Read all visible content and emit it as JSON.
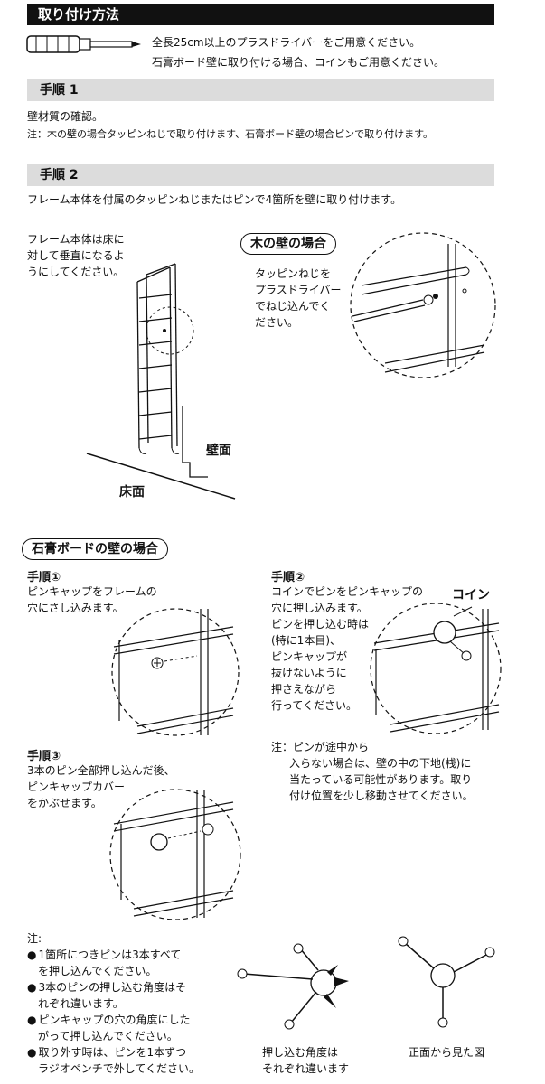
{
  "header": {
    "title": "取り付け方法",
    "tools_line1": "全長25cm以上のプラスドライバーをご用意ください。",
    "tools_line2": "石膏ボード壁に取り付ける場合、コインもご用意ください。"
  },
  "step1": {
    "heading": "手順 1",
    "text": "壁材質の確認。",
    "note": "注：木の壁の場合タッピンねじで取り付けます、石膏ボード壁の場合ピンで取り付けます。"
  },
  "step2": {
    "heading": "手順 2",
    "text": "フレーム本体を付属のタッピンねじまたはピンで4箇所を壁に取り付けます。",
    "frame_note": [
      "フレーム本体は床に",
      "対して垂直になるよ",
      "うにしてください。"
    ],
    "wall_label": "壁面",
    "floor_label": "床面"
  },
  "wood": {
    "title": "木の壁の場合",
    "note": [
      "タッピンねじを",
      "プラスドライバー",
      "でねじ込んでく",
      "ださい。"
    ]
  },
  "gypsum": {
    "title": "石膏ボードの壁の場合",
    "s1_title": "手順①",
    "s1_text": [
      "ピンキャップをフレームの",
      "穴にさし込みます。"
    ],
    "s2_title": "手順②",
    "s2_text": [
      "コインでピンをピンキャップの",
      "穴に押し込みます。",
      "ピンを押し込む時は",
      "(特に1本目)、",
      "ピンキャップが",
      "抜けないように",
      "押さえながら",
      "行ってください。"
    ],
    "coin_label": "コイン",
    "s3_title": "手順③",
    "s3_text": [
      "3本のピン全部押し込んだ後、",
      "ピンキャップカバー",
      "をかぶせます。"
    ],
    "note_head": "注：ピンが途中から",
    "note_body": [
      "入らない場合は、壁の中の下地(桟)に",
      "当たっている可能性があります。取り",
      "付け位置を少し移動させてください。"
    ]
  },
  "notes": {
    "head": "注:",
    "items": [
      [
        "1箇所につきピンは3本すべて",
        "を押し込んでください。"
      ],
      [
        "3本のピンの押し込む角度はそ",
        "れぞれ違います。"
      ],
      [
        "ピンキャップの穴の角度にした",
        "がって押し込んでください。"
      ],
      [
        "取り外す時は、ピンを1本ずつ",
        "ラジオペンチで外してください。"
      ]
    ],
    "caption_left": [
      "押し込む角度は",
      "それぞれ違います"
    ],
    "caption_right": "正面から見た図"
  }
}
